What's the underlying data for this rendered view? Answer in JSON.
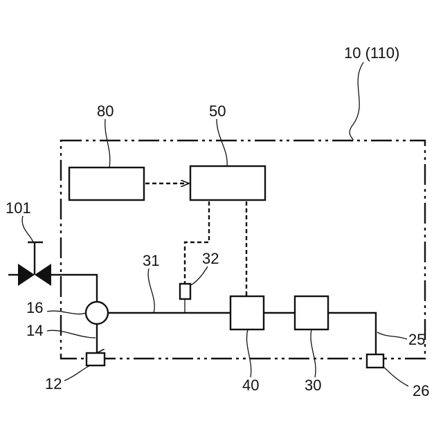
{
  "labels": {
    "housing": "10 (110)",
    "unit_80": "80",
    "unit_50": "50",
    "valve_101": "101",
    "line_31": "31",
    "sensor_32": "32",
    "junction_16": "16",
    "pipe_14": "14",
    "port_12": "12",
    "unit_40": "40",
    "unit_30": "30",
    "pipe_25": "25",
    "port_26": "26"
  },
  "colors": {
    "line": "#111111",
    "background": "#ffffff"
  }
}
